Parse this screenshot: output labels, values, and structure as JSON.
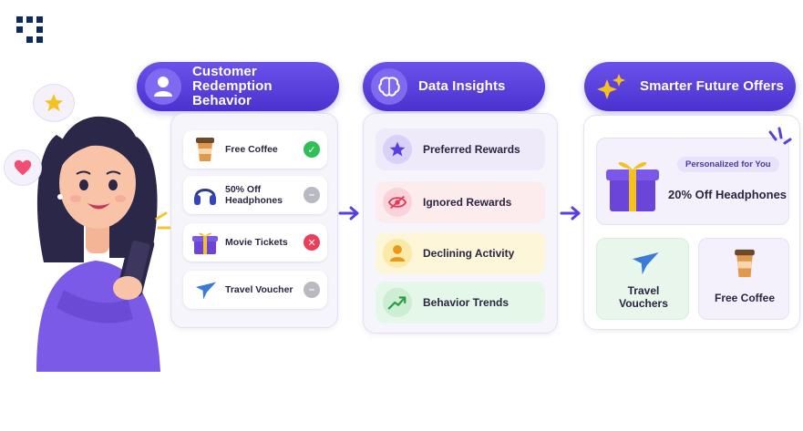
{
  "columns": {
    "customer": {
      "title": "Customer Redemption Behavior",
      "items": [
        {
          "label": "Free Coffee",
          "status": "redeemed",
          "icon": "coffee-cup-icon"
        },
        {
          "label": "50% Off Headphones",
          "status": "neutral",
          "icon": "headphones-icon"
        },
        {
          "label": "Movie Tickets",
          "status": "rejected",
          "icon": "gift-box-icon"
        },
        {
          "label": "Travel Voucher",
          "status": "neutral",
          "icon": "airplane-icon"
        }
      ]
    },
    "insights": {
      "title": "Data Insights",
      "items": [
        {
          "label": "Preferred Rewards",
          "icon": "star-icon"
        },
        {
          "label": "Ignored Rewards",
          "icon": "eye-crossed-icon"
        },
        {
          "label": "Declining Activity",
          "icon": "person-icon"
        },
        {
          "label": "Behavior Trends",
          "icon": "trend-up-icon"
        }
      ]
    },
    "offers": {
      "title": "Smarter Future Offers",
      "featured": {
        "badge": "Personalized for You",
        "label": "20% Off Headphones",
        "icon": "gift-box-icon"
      },
      "cards": [
        {
          "label": "Travel Vouchers",
          "icon": "airplane-icon"
        },
        {
          "label": "Free Coffee",
          "icon": "coffee-cup-icon"
        }
      ]
    }
  },
  "colors": {
    "brand": "#5a3fe0",
    "check": "#2fbf55",
    "cross": "#ee3d5a",
    "neutral": "#b9b9c2",
    "preferred_bg": "#eeeaf9",
    "ignored_bg": "#fdecee",
    "declining_bg": "#fdf6d8",
    "trend_bg": "#e5f7e8"
  }
}
